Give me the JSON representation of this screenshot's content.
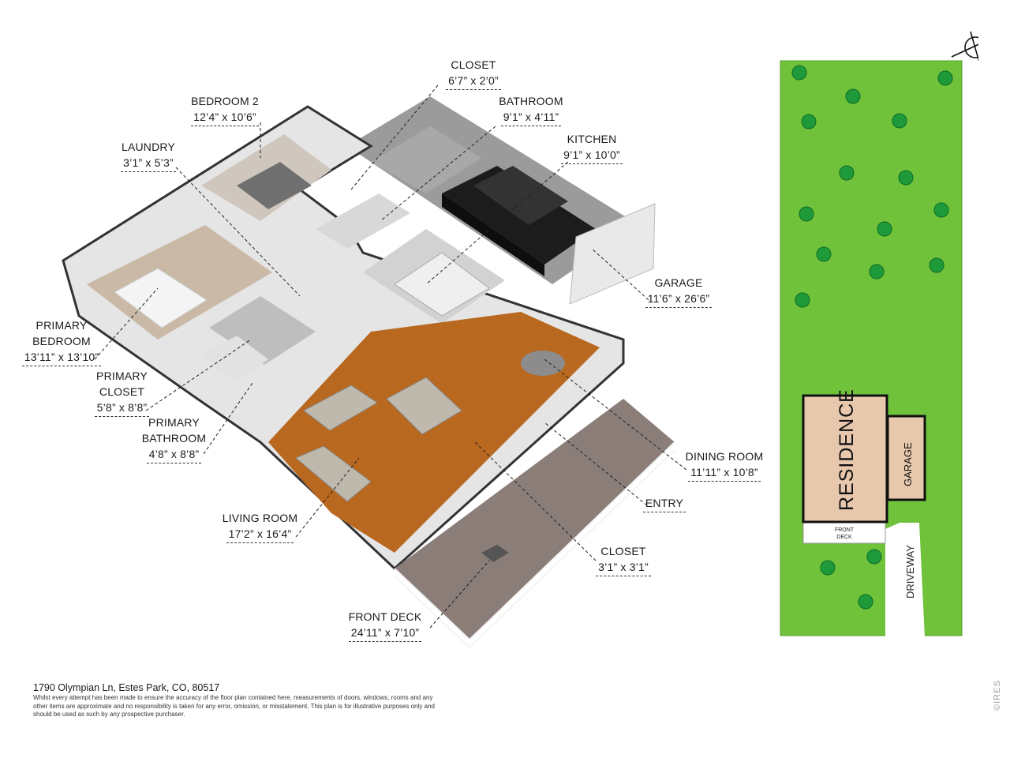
{
  "rooms": [
    {
      "id": "closet-top",
      "name": "CLOSET",
      "dims": "6’7” x 2’0”"
    },
    {
      "id": "bedroom2",
      "name": "BEDROOM 2",
      "dims": "12’4” x 10’6”"
    },
    {
      "id": "bathroom",
      "name": "BATHROOM",
      "dims": "9’1” x 4’11”"
    },
    {
      "id": "laundry",
      "name": "LAUNDRY",
      "dims": "3’1” x 5’3”"
    },
    {
      "id": "kitchen",
      "name": "KITCHEN",
      "dims": "9’1” x 10’0”"
    },
    {
      "id": "garage",
      "name": "GARAGE",
      "dims": "11’6” x 26’6”"
    },
    {
      "id": "primary-bedroom",
      "name": "PRIMARY BEDROOM",
      "name2": "BEDROOM",
      "name1": "PRIMARY",
      "dims": "13’11” x 13’10”"
    },
    {
      "id": "primary-closet",
      "name1": "PRIMARY",
      "name2": "CLOSET",
      "dims": "5’8” x 8’8”"
    },
    {
      "id": "primary-bathroom",
      "name1": "PRIMARY",
      "name2": "BATHROOM",
      "dims": "4’8” x 8’8”"
    },
    {
      "id": "dining-room",
      "name": "DINING ROOM",
      "dims": "11’11” x 10’8”"
    },
    {
      "id": "entry",
      "name": "ENTRY",
      "dims": ""
    },
    {
      "id": "living-room",
      "name": "LIVING ROOM",
      "dims": "17’2” x 16’4”"
    },
    {
      "id": "closet-entry",
      "name": "CLOSET",
      "dims": "3’1” x 3’1”"
    },
    {
      "id": "front-deck",
      "name": "FRONT DECK",
      "dims": "24’11” x 7’10”"
    }
  ],
  "siteplan": {
    "compass": "N",
    "residence": "RESIDENCE",
    "garage": "GARAGE",
    "front_deck_1": "FRONT",
    "front_deck_2": "DECK",
    "driveway": "DRIVEWAY"
  },
  "footer": {
    "address": "1790 Olympian Ln, Estes Park, CO, 80517",
    "disclaimer": "Whilst every attempt has been made to ensure the accuracy of the floor plan contained here, measurements of doors, windows, rooms and any other items are approximate and no responsibility is taken for any error, omission, or misstatement. This plan is for illustrative purposes only and should be used as such by any prospective purchaser.",
    "watermark": "©IRES"
  },
  "colors": {
    "lawn": "#6fc23a",
    "residence": "#e8c8ad",
    "floor_wood": "#b8681f",
    "deck": "#8b7d78",
    "carpet": "#c9b9a6",
    "wall": "#f2f2f2"
  }
}
